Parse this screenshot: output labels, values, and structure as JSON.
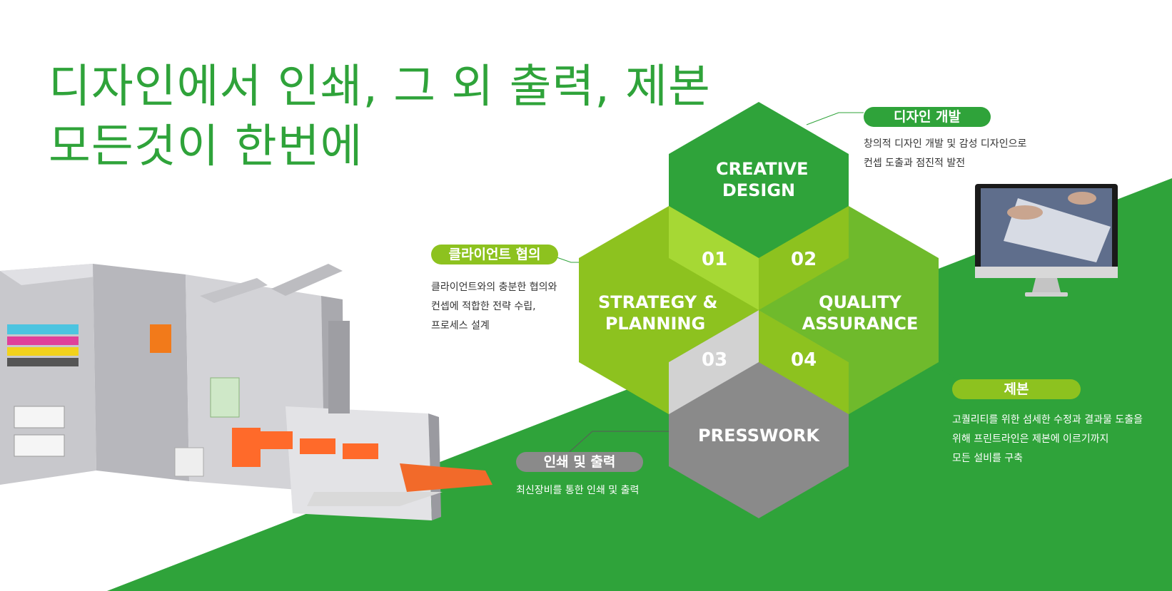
{
  "headline": {
    "line1": "디자인에서 인쇄, 그 외 출력, 제본",
    "line2": "모든것이 한번에"
  },
  "hexagons": {
    "creative": "CREATIVE",
    "design": "DESIGN",
    "strategy": "STRATEGY &",
    "planning": "PLANNING",
    "quality": "QUALITY",
    "assurance": "ASSURANCE",
    "presswork": "PRESSWORK"
  },
  "numbers": [
    "01",
    "02",
    "03",
    "04"
  ],
  "callouts": {
    "design_dev": {
      "title": "디자인 개발",
      "lines": [
        "창의적 디자인 개발 및 감성 디자인으로",
        "컨셉 도출과 점진적 발전"
      ]
    },
    "client": {
      "title": "클라이언트 협의",
      "lines": [
        "클라이언트와의 충분한 협의와",
        "컨셉에 적합한 전략 수립,",
        "프로세스 설계"
      ]
    },
    "binding": {
      "title": "제본",
      "lines": [
        "고퀄리티를 위한 섬세한 수정과 결과물 도출을",
        "위해 프린트라인은 제본에 이르기까지",
        "모든 설비를 구축"
      ]
    },
    "print": {
      "title": "인쇄 및 출력",
      "lines": [
        "최신장비를 통한 인쇄 및 출력"
      ]
    }
  },
  "colors": {
    "brand_green": "#2fa33a",
    "light_green": "#8dc21f",
    "lime": "#a6d834",
    "gray": "#8a8a8a",
    "light_gray": "#d2d2d2"
  },
  "icons": [
    "printer-machine-illustration",
    "monitor-illustration"
  ]
}
